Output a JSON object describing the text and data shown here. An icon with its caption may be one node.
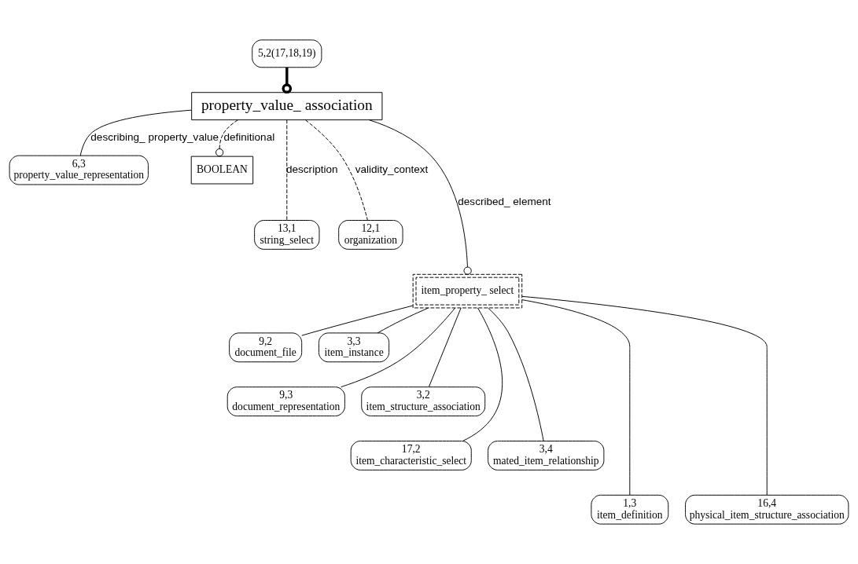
{
  "diagram": {
    "nodes": [
      {
        "text": [
          "6,3",
          "property_value_representation"
        ]
      },
      {
        "text": [
          "BOOLEAN"
        ]
      },
      {
        "text": [
          "property_value_ association"
        ]
      },
      {
        "text": [
          "13,1",
          "string_select"
        ]
      },
      {
        "text": [
          "12,1",
          "organization"
        ]
      },
      {
        "text": [
          "5,2(17,18,19)"
        ]
      },
      {
        "text": [
          "item_property_ select"
        ]
      },
      {
        "text": [
          "9,2",
          "document_file"
        ]
      },
      {
        "text": [
          "3,3",
          "item_instance"
        ]
      },
      {
        "text": [
          "9,3",
          "document_representation"
        ]
      },
      {
        "text": [
          "3,2",
          "item_structure_association"
        ]
      },
      {
        "text": [
          "17,2",
          "item_characteristic_select"
        ]
      },
      {
        "text": [
          "3,4",
          "mated_item_relationship"
        ]
      },
      {
        "text": [
          "1,3",
          "item_definition"
        ]
      },
      {
        "text": [
          "16,4",
          "physical_item_structure_association"
        ]
      }
    ],
    "edges": [
      {
        "from": 2,
        "to": 0,
        "arrow": "none",
        "label": "describing_ property_value"
      },
      {
        "from": 2,
        "to": 1,
        "arrow": "other",
        "label": "definitional",
        "style": "dashed"
      },
      {
        "from": 2,
        "to": 3,
        "arrow": "none",
        "label": "description",
        "style": "dashed"
      },
      {
        "from": 2,
        "to": 4,
        "arrow": "none",
        "label": "validity_context",
        "style": "dashed"
      },
      {
        "from": 5,
        "to": 2,
        "arrow": "other",
        "style": "thick"
      },
      {
        "from": 2,
        "to": 6,
        "arrow": "other",
        "label": "described_ element"
      },
      {
        "from": 6,
        "to": 7,
        "arrow": "none"
      },
      {
        "from": 6,
        "to": 8,
        "arrow": "none"
      },
      {
        "from": 6,
        "to": 9,
        "arrow": "none"
      },
      {
        "from": 6,
        "to": 10,
        "arrow": "none"
      },
      {
        "from": 6,
        "to": 11,
        "arrow": "none"
      },
      {
        "from": 6,
        "to": 12,
        "arrow": "none"
      },
      {
        "from": 6,
        "to": 13,
        "arrow": "none"
      },
      {
        "from": 6,
        "to": 14,
        "arrow": "none"
      }
    ]
  }
}
